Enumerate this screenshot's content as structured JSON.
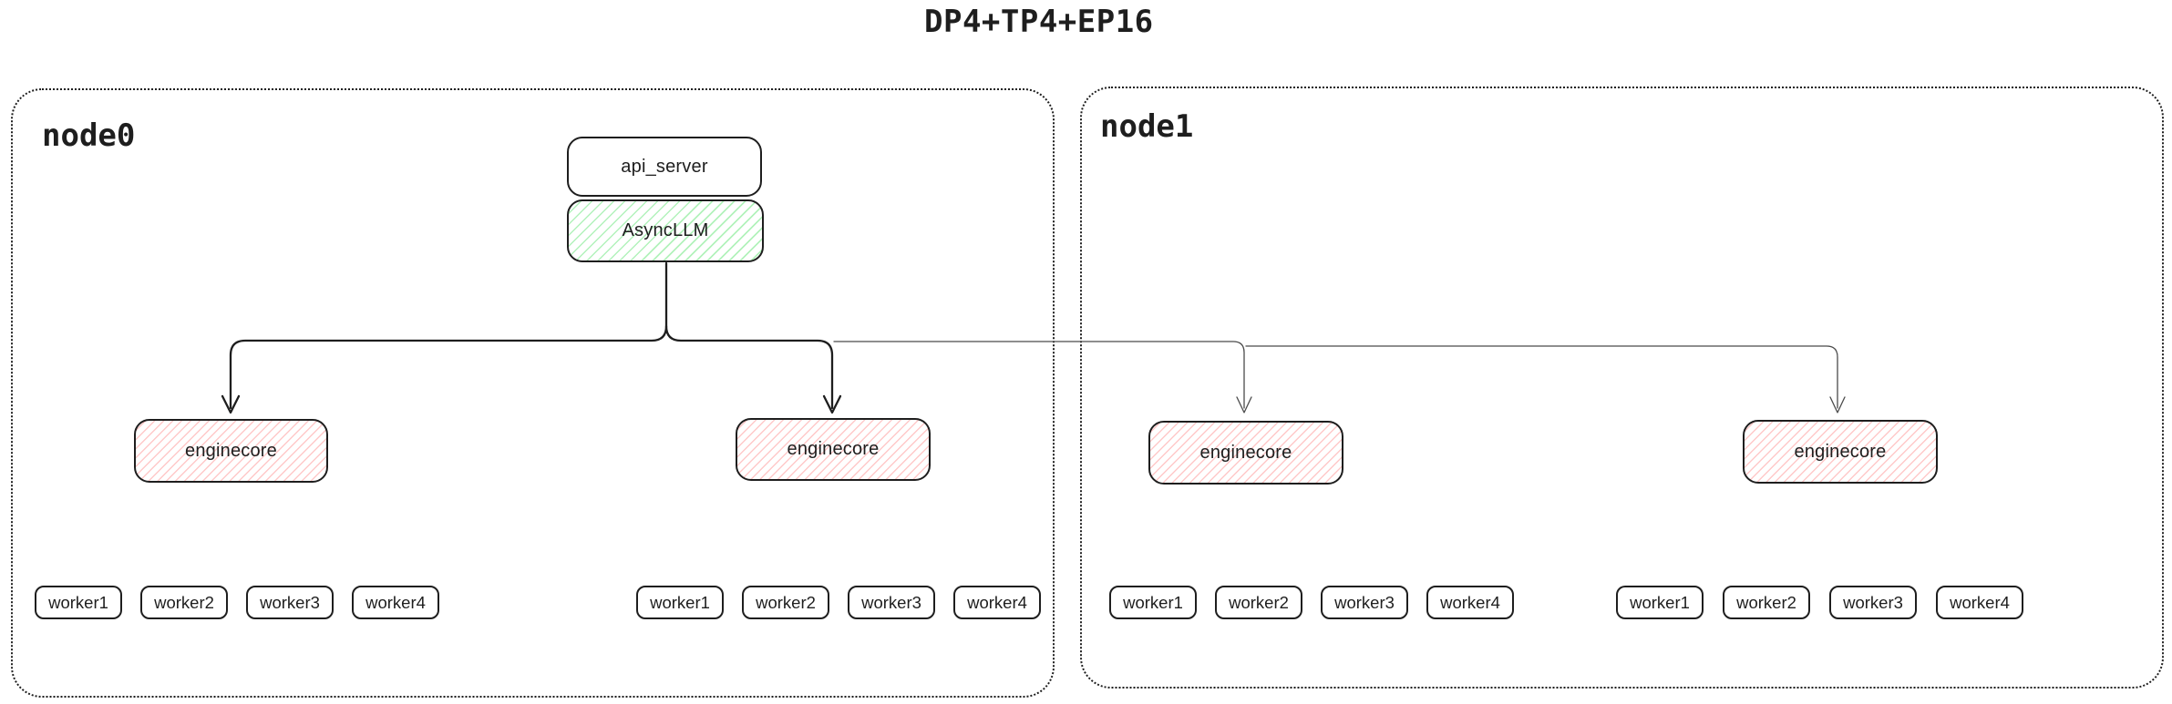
{
  "title": "DP4+TP4+EP16",
  "colors": {
    "ink": "#1e1e1e",
    "green_hatch": "#b2f2bb",
    "red_hatch": "#ffc9c9"
  },
  "nodes": [
    {
      "label": "node0",
      "api_server_label": "api_server",
      "async_llm_label": "AsyncLLM",
      "enginecores": [
        "enginecore",
        "enginecore"
      ],
      "worker_groups": [
        {
          "workers": [
            "worker1",
            "worker2",
            "worker3",
            "worker4"
          ]
        },
        {
          "workers": [
            "worker1",
            "worker2",
            "worker3",
            "worker4"
          ]
        }
      ]
    },
    {
      "label": "node1",
      "enginecores": [
        "enginecore",
        "enginecore"
      ],
      "worker_groups": [
        {
          "workers": [
            "worker1",
            "worker2",
            "worker3",
            "worker4"
          ]
        },
        {
          "workers": [
            "worker1",
            "worker2",
            "worker3",
            "worker4"
          ]
        }
      ]
    }
  ]
}
